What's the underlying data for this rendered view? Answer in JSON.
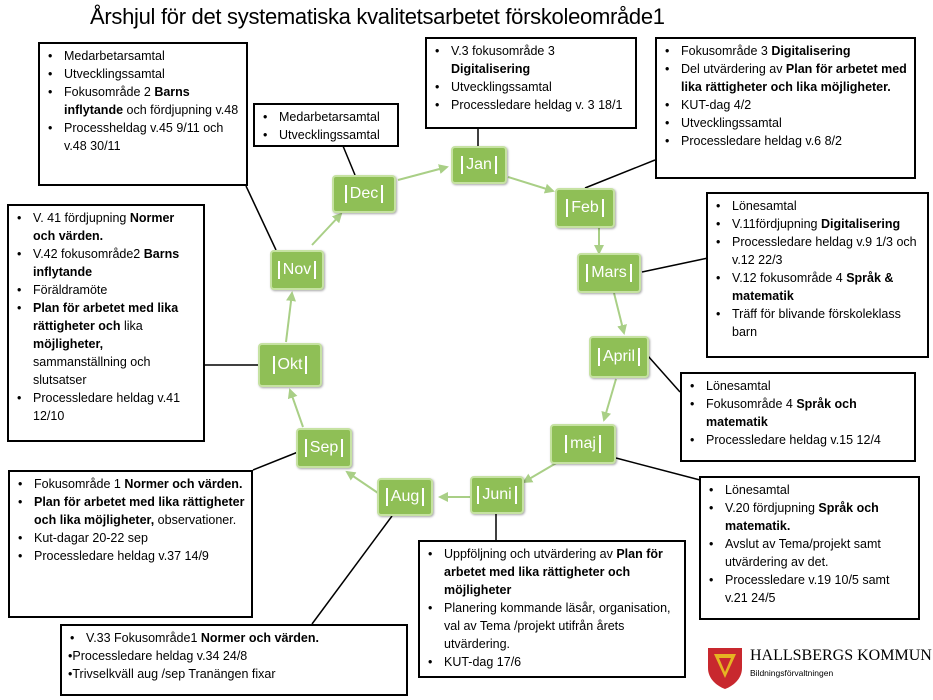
{
  "title": "Årshjul för det systematiska kvalitetsarbetet förskoleområde1",
  "months": [
    "Jan",
    "Feb",
    "Mars",
    "April",
    "maj",
    "Juni",
    "Aug",
    "Sep",
    "Okt",
    "Nov",
    "Dec"
  ],
  "boxes": {
    "jan": [
      [
        {
          "t": "V.3 fokusområde 3 "
        },
        {
          "t": "Digitalisering",
          "b": true
        }
      ],
      [
        {
          "t": "Utvecklingssamtal"
        }
      ],
      [
        {
          "t": "Processledare heldag v. 3 18/1"
        }
      ]
    ],
    "feb": [
      [
        {
          "t": "Fokusområde 3  "
        },
        {
          "t": "Digitalisering",
          "b": true
        }
      ],
      [
        {
          "t": "Del utvärdering av "
        },
        {
          "t": "Plan för arbetet med lika rättigheter och lika möjligheter.",
          "b": true
        }
      ],
      [
        {
          "t": "KUT-dag 4/2"
        }
      ],
      [
        {
          "t": "Utvecklingssamtal"
        }
      ],
      [
        {
          "t": "Processledare heldag v.6 8/2"
        }
      ]
    ],
    "mars": [
      [
        {
          "t": "Lönesamtal"
        }
      ],
      [
        {
          "t": "V.11fördjupning "
        },
        {
          "t": "Digitalisering",
          "b": true
        }
      ],
      [
        {
          "t": "Processledare heldag  v.9 1/3 och v.12 22/3"
        }
      ],
      [
        {
          "t": "V.12 fokusområde 4 "
        },
        {
          "t": "Språk & matematik",
          "b": true
        }
      ],
      [
        {
          "t": "Träff för blivande förskoleklass barn"
        }
      ]
    ],
    "april": [
      [
        {
          "t": "Lönesamtal"
        }
      ],
      [
        {
          "t": "Fokusområde 4 "
        },
        {
          "t": "Språk och matematik",
          "b": true
        }
      ],
      [
        {
          "t": "Processledare heldag v.15 12/4"
        }
      ]
    ],
    "maj": [
      [
        {
          "t": "Lönesamtal"
        }
      ],
      [
        {
          "t": "V.20 fördjupning "
        },
        {
          "t": "Språk och matematik.",
          "b": true
        }
      ],
      [
        {
          "t": "Avslut av Tema/projekt samt utvärdering av det."
        }
      ],
      [
        {
          "t": "Processledare v.19 10/5 samt v.21 24/5"
        }
      ]
    ],
    "juni": [
      [
        {
          "t": "Uppföljning och utvärdering av "
        },
        {
          "t": "Plan  för arbetet med lika rättigheter och möjligheter",
          "b": true
        }
      ],
      [
        {
          "t": "Planering  kommande läsår, organisation, val av Tema /projekt utifrån årets utvärdering."
        }
      ],
      [
        {
          "t": "KUT-dag 17/6"
        }
      ]
    ],
    "aug": [
      [
        {
          "t": "V.33 Fokusområde1 "
        },
        {
          "t": "Normer och värden.",
          "b": true
        }
      ],
      [
        {
          "t": "•Processledare heldag v.34 24/8"
        }
      ],
      [
        {
          "t": "•Trivselkväll aug /sep Tranängen fixar"
        }
      ]
    ],
    "sep": [
      [
        {
          "t": "Fokusområde 1 "
        },
        {
          "t": "Normer och värden.",
          "b": true
        }
      ],
      [
        {
          "t": "Plan för arbetet med lika rättigheter och lika möjligheter,",
          "b": true
        },
        {
          "t": " observationer."
        }
      ],
      [
        {
          "t": "Kut-dagar 20-22 sep"
        }
      ],
      [
        {
          "t": "Processledare heldag  v.37 14/9"
        }
      ]
    ],
    "okt": [
      [
        {
          "t": "V. 41 fördjupning "
        },
        {
          "t": "Normer och värden.",
          "b": true
        }
      ],
      [
        {
          "t": "V.42 fokusområde2 "
        },
        {
          "t": "Barns inflytande",
          "b": true
        }
      ],
      [
        {
          "t": "Föräldramöte"
        }
      ],
      [
        {
          "t": "Plan för arbetet med lika rättigheter och",
          "b": true
        },
        {
          "t": " lika "
        },
        {
          "t": "möjligheter,",
          "b": true
        },
        {
          "t": " sammanställning och slutsatser"
        }
      ],
      [
        {
          "t": "Processledare heldag v.41 12/10"
        }
      ]
    ],
    "nov": [
      [
        {
          "t": "Medarbetarsamtal"
        }
      ],
      [
        {
          "t": "Utvecklingssamtal"
        }
      ],
      [
        {
          "t": "Fokusområde 2 "
        },
        {
          "t": "Barns inflytande",
          "b": true
        },
        {
          "t": " och fördjupning v.48"
        }
      ],
      [
        {
          "t": "Processheldag v.45 9/11 och v.48 30/11"
        }
      ]
    ],
    "dec": [
      [
        {
          "t": "Medarbetarsamtal"
        }
      ],
      [
        {
          "t": "Utvecklingssamtal"
        }
      ]
    ]
  },
  "logo": {
    "name": "HALLSBERGS KOMMUN",
    "sub": "Bildningsförvaltningen"
  },
  "colors": {
    "month_fill": "#8fbf56",
    "arrow": "#a9cf86",
    "logo_red": "#c8282e",
    "logo_gold": "#e6b422"
  }
}
